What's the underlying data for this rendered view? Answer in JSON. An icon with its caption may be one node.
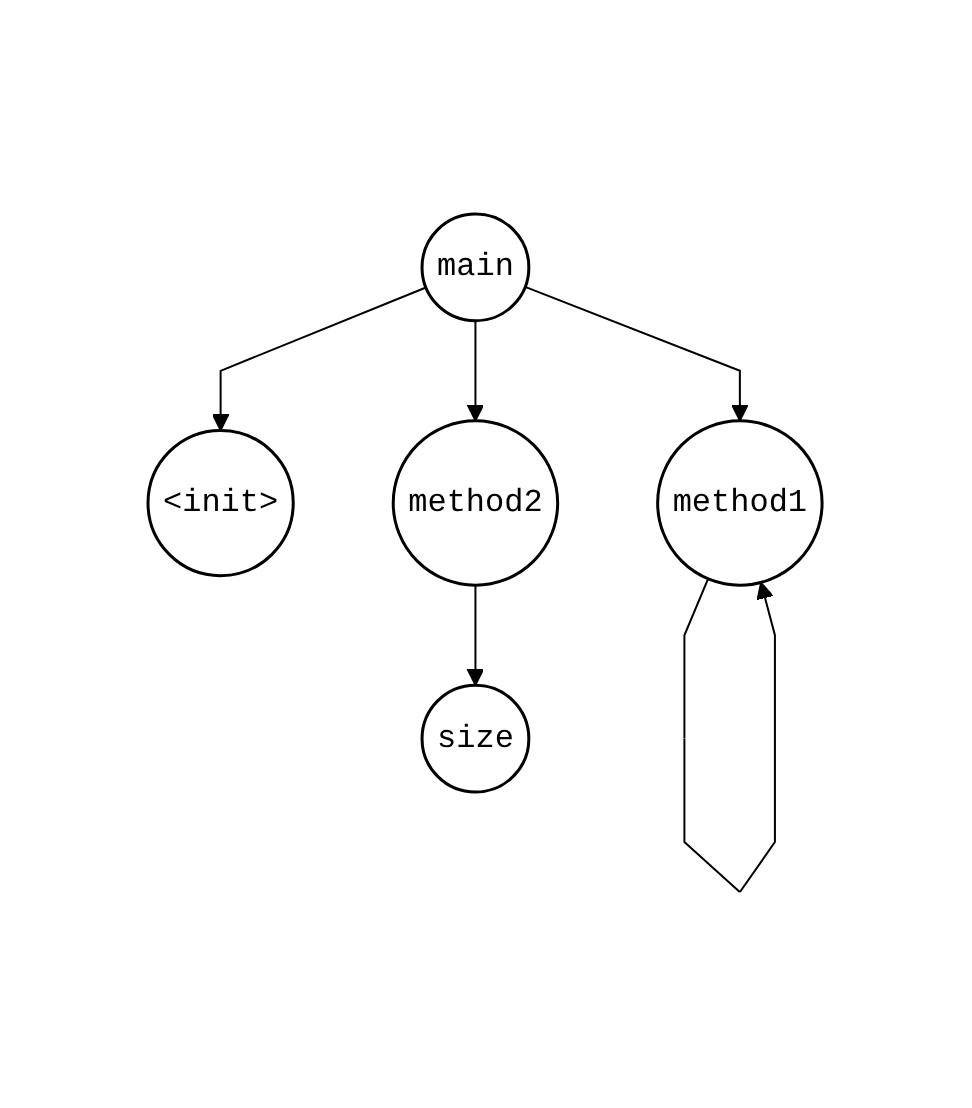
{
  "diagram": {
    "nodes": [
      {
        "text": [
          "main"
        ]
      },
      {
        "text": [
          "<init>"
        ]
      },
      {
        "text": [
          "method1"
        ]
      },
      {
        "text": [
          "method2"
        ]
      },
      {
        "text": [
          "size"
        ]
      }
    ],
    "edges": [
      {
        "from": 0,
        "to": 1,
        "arrow": "to"
      },
      {
        "from": 0,
        "to": 2,
        "arrow": "to"
      },
      {
        "from": 0,
        "to": 3,
        "arrow": "to"
      },
      {
        "from": 2,
        "to": 2,
        "arrow": "to"
      },
      {
        "from": 3,
        "to": 4,
        "arrow": "to"
      }
    ]
  }
}
